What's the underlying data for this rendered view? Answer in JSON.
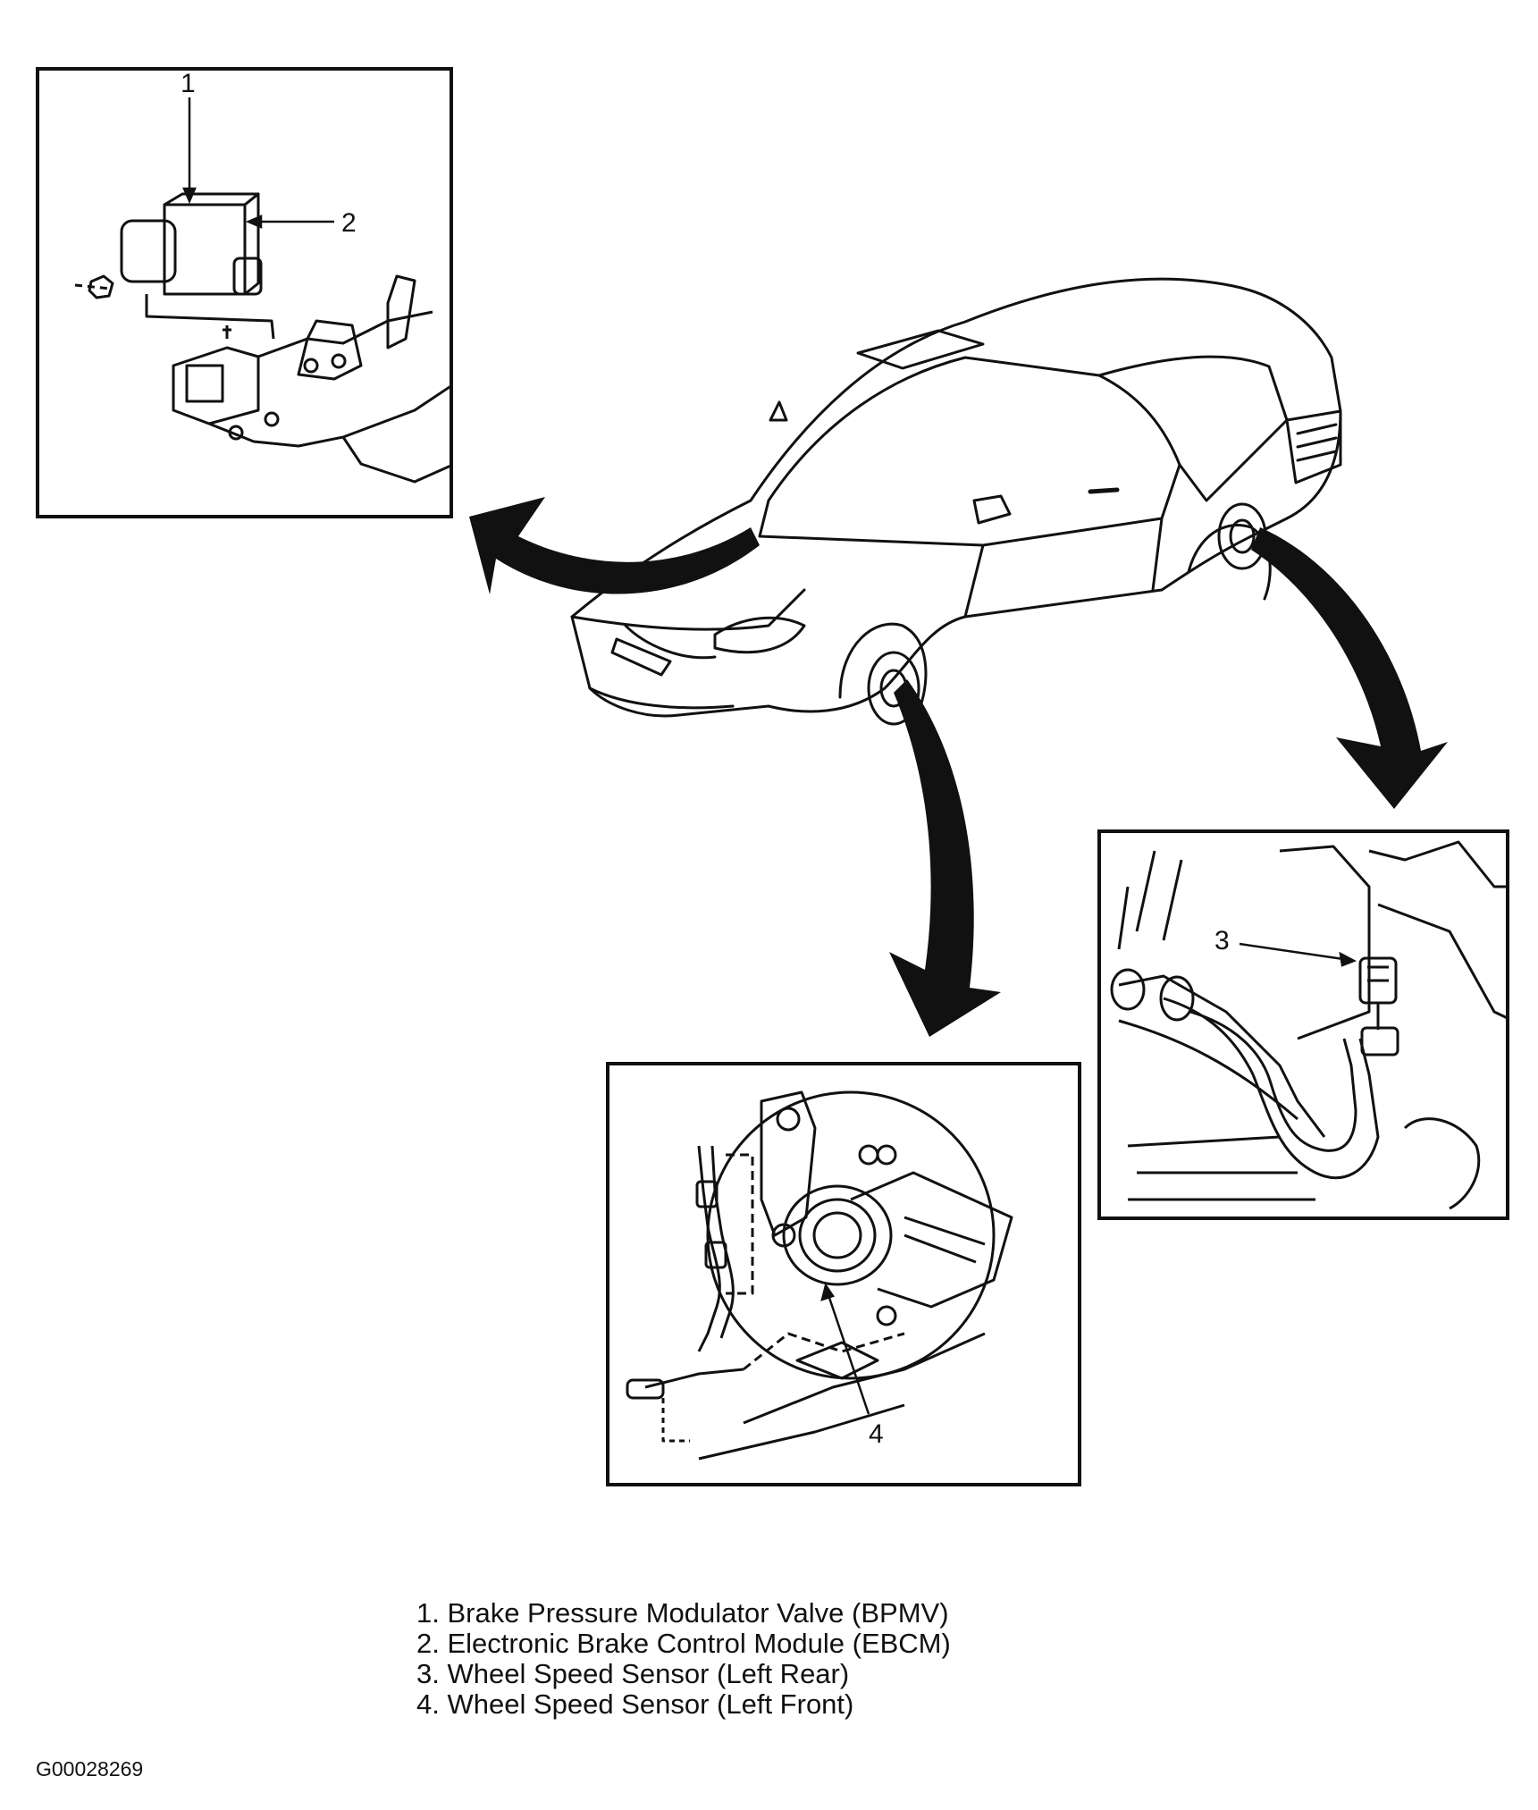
{
  "callouts": {
    "c1": "1",
    "c2": "2",
    "c3": "3",
    "c4": "4"
  },
  "legend": [
    "1. Brake Pressure Modulator Valve (BPMV)",
    "2. Electronic Brake Control Module (EBCM)",
    "3. Wheel Speed Sensor (Left Rear)",
    "4. Wheel Speed Sensor (Left Front)"
  ],
  "figure_id": "G00028269"
}
